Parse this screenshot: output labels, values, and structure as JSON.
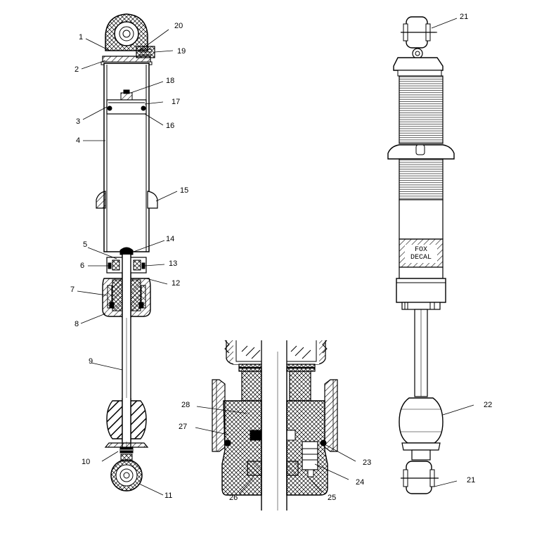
{
  "callouts": {
    "c1": "1",
    "c2": "2",
    "c3": "3",
    "c4": "4",
    "c5": "5",
    "c6": "6",
    "c7": "7",
    "c8": "8",
    "c9": "9",
    "c10": "10",
    "c11": "11",
    "c12": "12",
    "c13": "13",
    "c14": "14",
    "c15": "15",
    "c16": "16",
    "c17": "17",
    "c18": "18",
    "c19": "19",
    "c20": "20",
    "c21a": "21",
    "c21b": "21",
    "c22": "22",
    "c23": "23",
    "c24": "24",
    "c25": "25",
    "c26": "26",
    "c27": "27",
    "c28": "28"
  },
  "decal": {
    "line1": "FOX",
    "line2": "DECAL"
  },
  "colors": {
    "ink": "#000000",
    "paper": "#ffffff",
    "sleeve_gray": "#d8d8d8",
    "bushing_gray": "#bbbbbb"
  }
}
